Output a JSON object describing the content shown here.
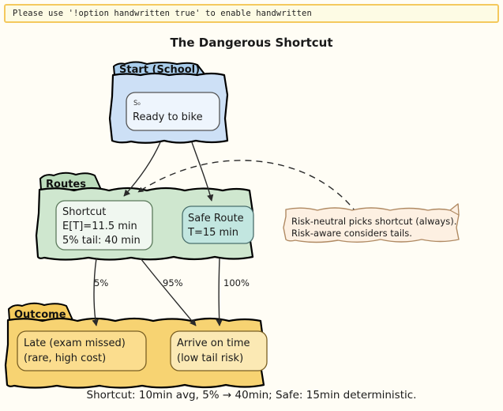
{
  "banner": {
    "text": "Please use '!option handwritten true' to enable handwritten",
    "bg": "#fdfbe4",
    "border": "#f4c95d"
  },
  "title": "The Dangerous Shortcut",
  "caption": "Shortcut: 10min avg, 5% → 40min; Safe: 15min deterministic.",
  "page_bg": "#fffdf5",
  "groups": [
    {
      "id": "start",
      "title": "Start (School)",
      "fill": "#cde0f6",
      "header_fill": "#a9cdec",
      "stroke": "#000000"
    },
    {
      "id": "routes",
      "title": "Routes",
      "fill": "#cfe7cf",
      "header_fill": "#bcdcbc",
      "stroke": "#000000"
    },
    {
      "id": "outcome",
      "title": "Outcome",
      "fill": "#f7d372",
      "header_fill": "#f5cb5c",
      "stroke": "#000000"
    }
  ],
  "nodes": [
    {
      "id": "s0",
      "sub": "S₀",
      "lines": [
        "Ready to bike"
      ],
      "fill": "#eef5fd",
      "stroke": "#555555"
    },
    {
      "id": "shortcut",
      "lines": [
        "Shortcut",
        "E[T]=11.5 min",
        "5% tail: 40 min"
      ],
      "fill": "#f0f7f0",
      "stroke": "#5c7a5c"
    },
    {
      "id": "safe-route",
      "lines": [
        "Safe Route",
        "T=15 min"
      ],
      "fill": "#c2e6e0",
      "stroke": "#4a6f6c"
    },
    {
      "id": "late",
      "lines": [
        "Late (exam missed)",
        "(rare, high cost)"
      ],
      "fill": "#fbdd8e",
      "stroke": "#7a6024"
    },
    {
      "id": "on-time",
      "lines": [
        "Arrive on time",
        "(low tail risk)"
      ],
      "fill": "#fbe9b4",
      "stroke": "#7a6024"
    }
  ],
  "edges": [
    {
      "id": "shortcut-to-late",
      "label": "5%"
    },
    {
      "id": "shortcut-to-ontime",
      "label": "95%"
    },
    {
      "id": "safe-to-ontime",
      "label": "100%"
    }
  ],
  "note": {
    "id": "risk-note",
    "lines": [
      "Risk-neutral picks shortcut (always).",
      "Risk-aware considers tails."
    ],
    "fill": "#fdf0e2",
    "stroke": "#b08a63"
  }
}
